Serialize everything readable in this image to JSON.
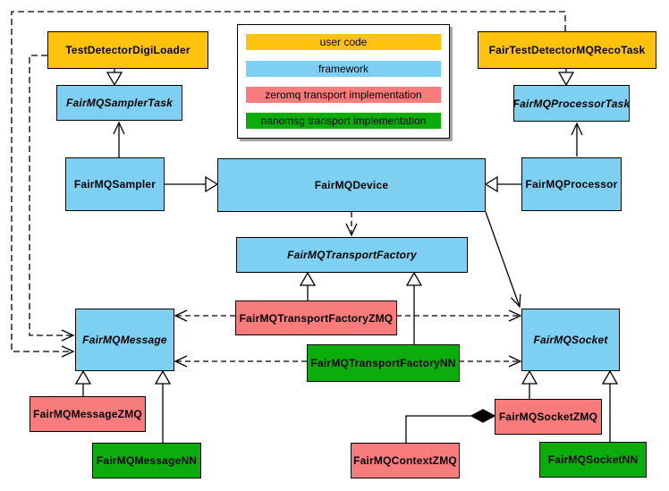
{
  "legend": {
    "items": [
      {
        "label": "user code",
        "color": "#FFC30D"
      },
      {
        "label": "framework",
        "color": "#7ED0F2"
      },
      {
        "label": "zeromq transport implementation",
        "color": "#F97C7C"
      },
      {
        "label": "nanomsg transport implementation",
        "color": "#0CAC0C"
      }
    ]
  },
  "colors": {
    "user_code": "#FFC30D",
    "framework": "#7ED0F2",
    "zeromq": "#F97C7C",
    "nanomsg": "#0CAC0C",
    "line": "#000000",
    "background": "#ffffff"
  },
  "nodes": {
    "digiLoader": {
      "label": "TestDetectorDigiLoader",
      "category": "user code",
      "abstract": false
    },
    "recoTask": {
      "label": "FairTestDetectorMQRecoTask",
      "category": "user code",
      "abstract": false
    },
    "samplerTask": {
      "label": "FairMQSamplerTask",
      "category": "framework",
      "abstract": true
    },
    "processorTask": {
      "label": "FairMQProcessorTask",
      "category": "framework",
      "abstract": true
    },
    "sampler": {
      "label": "FairMQSampler",
      "category": "framework",
      "abstract": false
    },
    "device": {
      "label": "FairMQDevice",
      "category": "framework",
      "abstract": false
    },
    "processor": {
      "label": "FairMQProcessor",
      "category": "framework",
      "abstract": false
    },
    "transportFactory": {
      "label": "FairMQTransportFactory",
      "category": "framework",
      "abstract": true
    },
    "transportFactoryZMQ": {
      "label": "FairMQTransportFactoryZMQ",
      "category": "zeromq",
      "abstract": false
    },
    "transportFactoryNN": {
      "label": "FairMQTransportFactoryNN",
      "category": "nanomsg",
      "abstract": false
    },
    "message": {
      "label": "FairMQMessage",
      "category": "framework",
      "abstract": true
    },
    "socket": {
      "label": "FairMQSocket",
      "category": "framework",
      "abstract": true
    },
    "messageZMQ": {
      "label": "FairMQMessageZMQ",
      "category": "zeromq",
      "abstract": false
    },
    "messageNN": {
      "label": "FairMQMessageNN",
      "category": "nanomsg",
      "abstract": false
    },
    "contextZMQ": {
      "label": "FairMQContextZMQ",
      "category": "zeromq",
      "abstract": false
    },
    "socketZMQ": {
      "label": "FairMQSocketZMQ",
      "category": "zeromq",
      "abstract": false
    },
    "socketNN": {
      "label": "FairMQSocketNN",
      "category": "nanomsg",
      "abstract": false
    }
  },
  "edges": [
    {
      "from": "TestDetectorDigiLoader",
      "to": "FairMQSamplerTask",
      "type": "inheritance"
    },
    {
      "from": "FairTestDetectorMQRecoTask",
      "to": "FairMQProcessorTask",
      "type": "inheritance"
    },
    {
      "from": "FairMQSampler",
      "to": "FairMQDevice",
      "type": "inheritance"
    },
    {
      "from": "FairMQProcessor",
      "to": "FairMQDevice",
      "type": "inheritance"
    },
    {
      "from": "FairMQTransportFactoryZMQ",
      "to": "FairMQTransportFactory",
      "type": "inheritance"
    },
    {
      "from": "FairMQTransportFactoryNN",
      "to": "FairMQTransportFactory",
      "type": "inheritance"
    },
    {
      "from": "FairMQMessageZMQ",
      "to": "FairMQMessage",
      "type": "inheritance"
    },
    {
      "from": "FairMQMessageNN",
      "to": "FairMQMessage",
      "type": "inheritance"
    },
    {
      "from": "FairMQSocketZMQ",
      "to": "FairMQSocket",
      "type": "inheritance"
    },
    {
      "from": "FairMQSocketNN",
      "to": "FairMQSocket",
      "type": "inheritance"
    },
    {
      "from": "FairMQSampler",
      "to": "FairMQSamplerTask",
      "type": "association"
    },
    {
      "from": "FairMQProcessor",
      "to": "FairMQProcessorTask",
      "type": "association"
    },
    {
      "from": "FairMQDevice",
      "to": "FairMQSocket",
      "type": "association"
    },
    {
      "from": "FairMQDevice",
      "to": "FairMQTransportFactory",
      "type": "dependency"
    },
    {
      "from": "TestDetectorDigiLoader",
      "to": "FairMQMessage",
      "type": "dependency"
    },
    {
      "from": "FairTestDetectorMQRecoTask",
      "to": "FairMQMessage",
      "type": "dependency"
    },
    {
      "from": "FairMQTransportFactoryZMQ",
      "to": "FairMQMessage",
      "type": "dependency"
    },
    {
      "from": "FairMQTransportFactoryZMQ",
      "to": "FairMQSocket",
      "type": "dependency"
    },
    {
      "from": "FairMQTransportFactoryNN",
      "to": "FairMQMessage",
      "type": "dependency"
    },
    {
      "from": "FairMQTransportFactoryNN",
      "to": "FairMQSocket",
      "type": "dependency"
    },
    {
      "from": "FairMQSocketZMQ",
      "to": "FairMQContextZMQ",
      "type": "composition"
    }
  ]
}
